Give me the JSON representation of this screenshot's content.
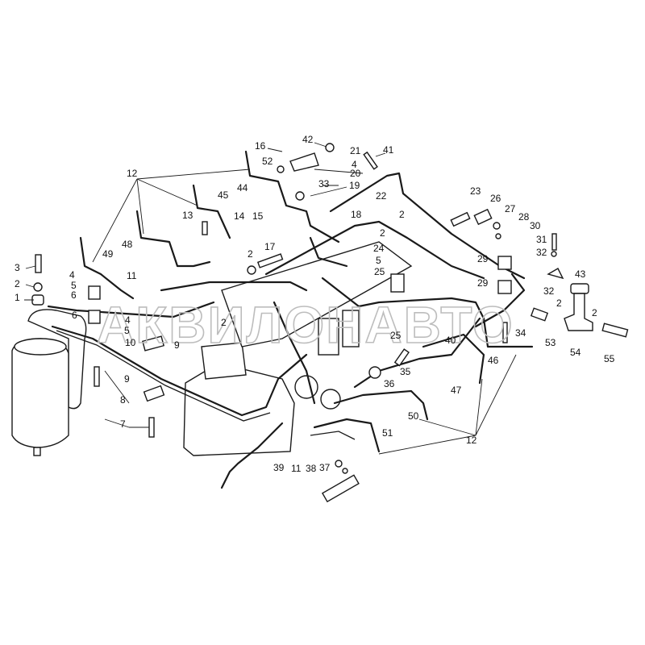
{
  "diagram": {
    "title": "Fuel lines exploded parts diagram",
    "watermark": "АКВИЛОНАВТО",
    "callouts": [
      "12",
      "16",
      "42",
      "21",
      "41",
      "52",
      "4",
      "20",
      "44",
      "45",
      "33",
      "19",
      "22",
      "23",
      "26",
      "27",
      "28",
      "30",
      "13",
      "14",
      "15",
      "18",
      "2",
      "2",
      "48",
      "17",
      "2",
      "24",
      "31",
      "32",
      "49",
      "3",
      "29",
      "5",
      "25",
      "43",
      "11",
      "4",
      "5",
      "6",
      "2",
      "1",
      "29",
      "32",
      "6",
      "4",
      "5",
      "9",
      "10",
      "2",
      "2",
      "2",
      "53",
      "54",
      "55",
      "34",
      "40",
      "46",
      "25",
      "35",
      "36",
      "47",
      "8",
      "9",
      "7",
      "50",
      "51",
      "12",
      "39",
      "11",
      "38",
      "37"
    ]
  }
}
